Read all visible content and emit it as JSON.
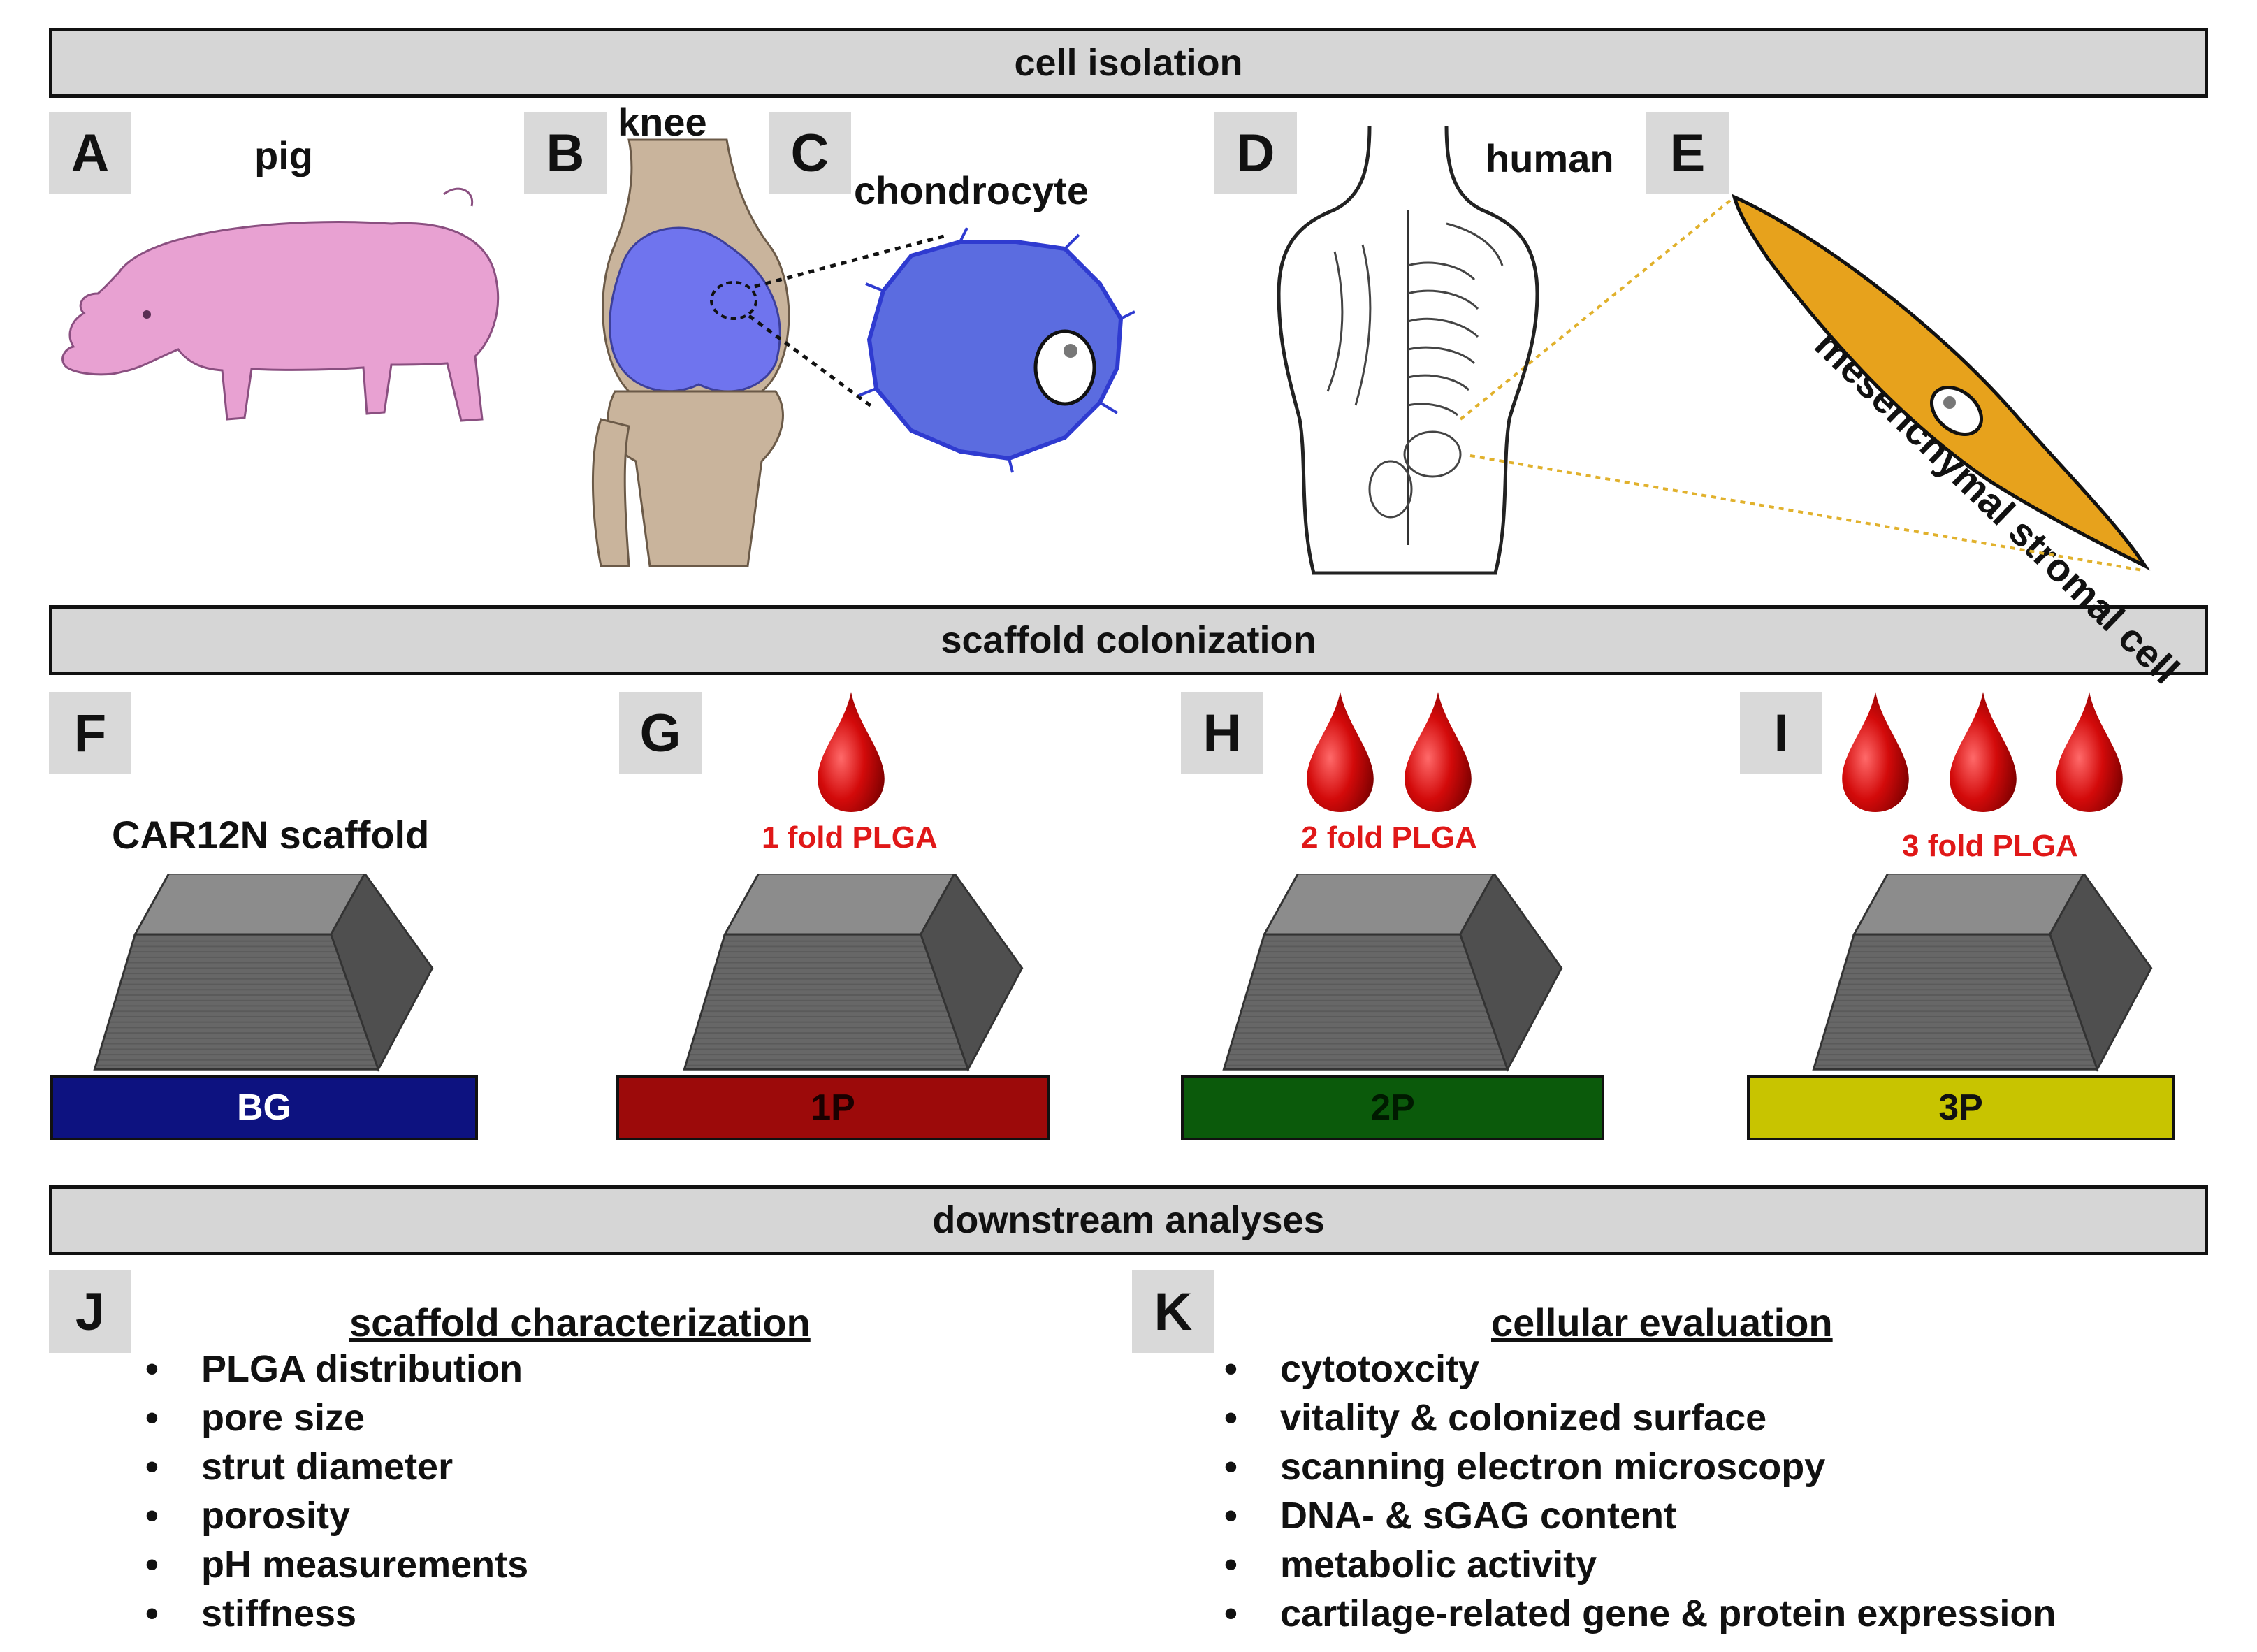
{
  "sections": {
    "isolation": "cell isolation",
    "colonization": "scaffold colonization",
    "analyses": "downstream analyses"
  },
  "panel_letters": [
    "A",
    "B",
    "C",
    "D",
    "E",
    "F",
    "G",
    "H",
    "I",
    "J",
    "K"
  ],
  "isolation_labels": {
    "pig": "pig",
    "knee": "knee",
    "chondrocyte": "chondrocyte",
    "human": "human",
    "msc": "mesenchymal stromal cell"
  },
  "colonization": {
    "scaffold_label": "CAR12N scaffold",
    "groups": [
      {
        "code": "BG",
        "drops": 0,
        "plga": "",
        "color": "#0d1280",
        "text_color": "#ffffff"
      },
      {
        "code": "1P",
        "drops": 1,
        "plga": "1 fold PLGA",
        "color": "#9c0a0a",
        "text_color": "#1a0000"
      },
      {
        "code": "2P",
        "drops": 2,
        "plga": "2 fold PLGA",
        "color": "#0b5a0b",
        "text_color": "#001a00"
      },
      {
        "code": "3P",
        "drops": 3,
        "plga": "3 fold PLGA",
        "color": "#c8c400",
        "text_color": "#111111"
      }
    ],
    "drop_color": "#d30a0a",
    "scaffold_color": "#6a6a6a"
  },
  "analyses": {
    "scaffold": {
      "title": "scaffold characterization",
      "items": [
        "PLGA distribution",
        "pore size",
        "strut diameter",
        "porosity",
        "pH measurements",
        "stiffness"
      ]
    },
    "cellular": {
      "title": "cellular evaluation",
      "items": [
        "cytotoxcity",
        "vitality & colonized surface",
        "scanning electron microscopy",
        "DNA- & sGAG content",
        "metabolic activity",
        "cartilage-related gene & protein expression"
      ]
    }
  },
  "colors": {
    "pig": "#e8a1d2",
    "cartilage": "#6f74ee",
    "chondrocyte": "#5566dd",
    "msc": "#e7a21c",
    "bone": "#c9b49c"
  }
}
